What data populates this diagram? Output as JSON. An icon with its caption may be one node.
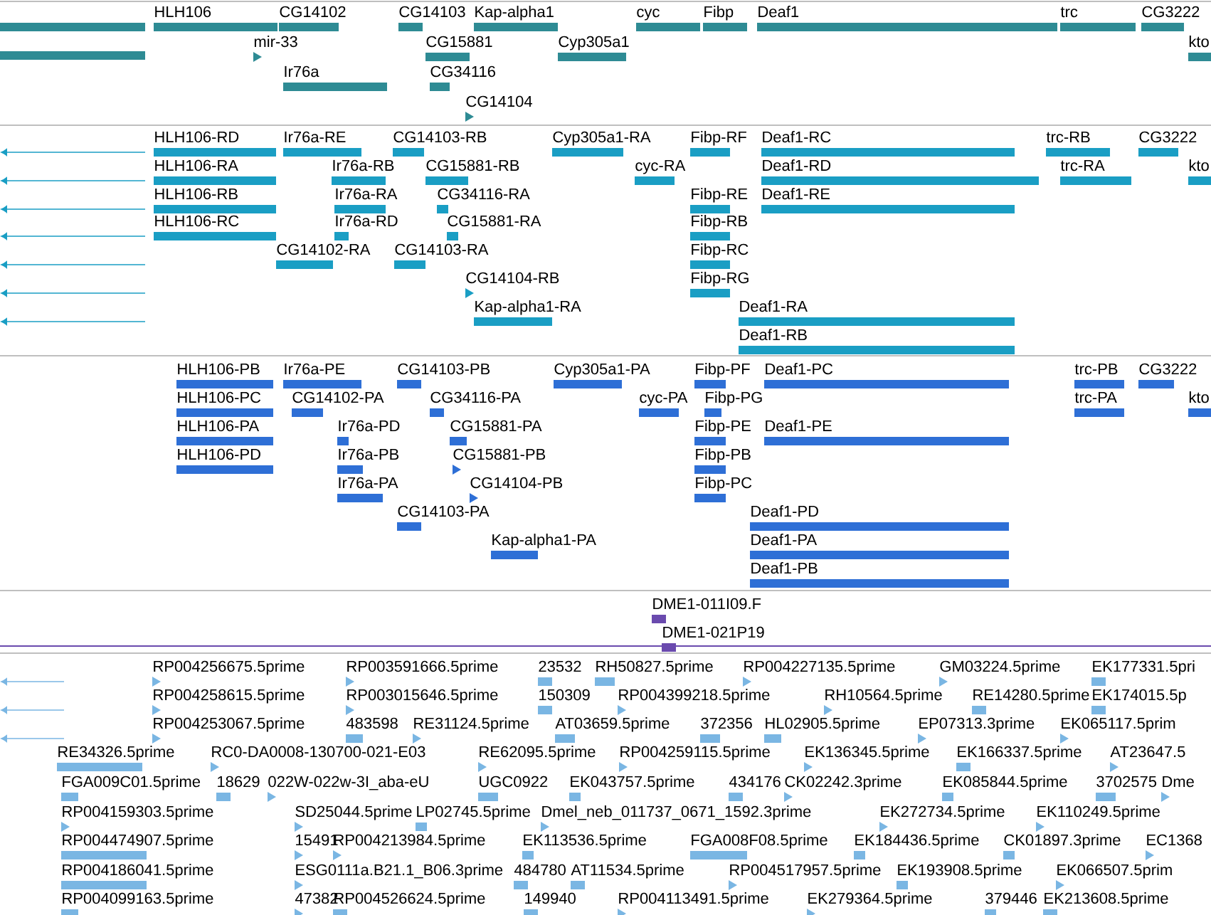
{
  "diagram": {
    "labels": [
      "HLH106",
      "CG14102",
      "CG14103",
      "Kap-alpha1",
      "cyc",
      "Fibp",
      "Deaf1",
      "trc",
      "CG3222",
      "mir-33",
      "CG15881",
      "Cyp305a1",
      "kto",
      "Ir76a",
      "CG34116",
      "CG14104",
      "HLH106-RD",
      "Ir76a-RE",
      "CG14103-RB",
      "Cyp305a1-RA",
      "Fibp-RF",
      "Deaf1-RC",
      "trc-RB",
      "CG3222",
      "HLH106-RA",
      "Ir76a-RB",
      "CG15881-RB",
      "cyc-RA",
      "Deaf1-RD",
      "trc-RA",
      "kto",
      "HLH106-RB",
      "Ir76a-RA",
      "CG34116-RA",
      "Fibp-RE",
      "Deaf1-RE",
      "HLH106-RC",
      "Ir76a-RD",
      "CG15881-RA",
      "Fibp-RB",
      "CG14102-RA",
      "CG14103-RA",
      "Fibp-RC",
      "CG14104-RB",
      "Fibp-RG",
      "Kap-alpha1-RA",
      "Deaf1-RA",
      "Deaf1-RB",
      "HLH106-PB",
      "Ir76a-PE",
      "CG14103-PB",
      "Cyp305a1-PA",
      "Fibp-PF",
      "Deaf1-PC",
      "trc-PB",
      "CG3222",
      "HLH106-PC",
      "CG14102-PA",
      "CG34116-PA",
      "cyc-PA",
      "Fibp-PG",
      "trc-PA",
      "kto",
      "HLH106-PA",
      "Ir76a-PD",
      "CG15881-PA",
      "Fibp-PE",
      "Deaf1-PE",
      "HLH106-PD",
      "Ir76a-PB",
      "CG15881-PB",
      "Fibp-PB",
      "Ir76a-PA",
      "CG14104-PB",
      "Fibp-PC",
      "CG14103-PA",
      "Deaf1-PD",
      "Kap-alpha1-PA",
      "Deaf1-PA",
      "Deaf1-PB",
      "DME1-011I09.F",
      "DME1-021P19",
      "RP004256675.5prime",
      "RP003591666.5prime",
      "23532",
      "RH50827.5prime",
      "RP004227135.5prime",
      "GM03224.5prime",
      "EK177331.5pri",
      "RP004258615.5prime",
      "RP003015646.5prime",
      "150309",
      "RP004399218.5prime",
      "RH10564.5prime",
      "RE14280.5prime",
      "EK174015.5p",
      "RP004253067.5prime",
      "483598",
      "RE31124.5prime",
      "AT03659.5prime",
      "372356",
      "HL02905.5prime",
      "EP07313.3prime",
      "EK065117.5prim",
      "RE34326.5prime",
      "RC0-DA0008-130700-021-E03",
      "RE62095.5prime",
      "RP004259115.5prime",
      "EK136345.5prime",
      "EK166337.5prime",
      "AT23647.5",
      "FGA009C01.5prime",
      "18629",
      "022W-022w-3I_aba-eU",
      "UGC0922",
      "EK043757.5prime",
      "434176",
      "CK02242.3prime",
      "EK085844.5prime",
      "3702575",
      "Dme",
      "RP004159303.5prime",
      "SD25044.5prime",
      "LP02745.5prime",
      "Dmel_neb_011737_0671_1592.3prime",
      "EK272734.5prime",
      "EK110249.5prime",
      "RP004474907.5prime",
      "15491",
      "RP004213984.5prime",
      "EK113536.5prime",
      "FGA008F08.5prime",
      "EK184436.5prime",
      "CK01897.3prime",
      "EC1368",
      "RP004186041.5prime",
      "ESG0111a.B21.1_B06.3prime",
      "484780",
      "AT11534.5prime",
      "RP004517957.5prime",
      "EK193908.5prime",
      "EK066507.5prim",
      "RP004099163.5prime",
      "47382",
      "RP004526624.5prime",
      "149940",
      "RP004113491.5prime",
      "EK279364.5prime",
      "379446",
      "EK213608.5prime"
    ]
  }
}
